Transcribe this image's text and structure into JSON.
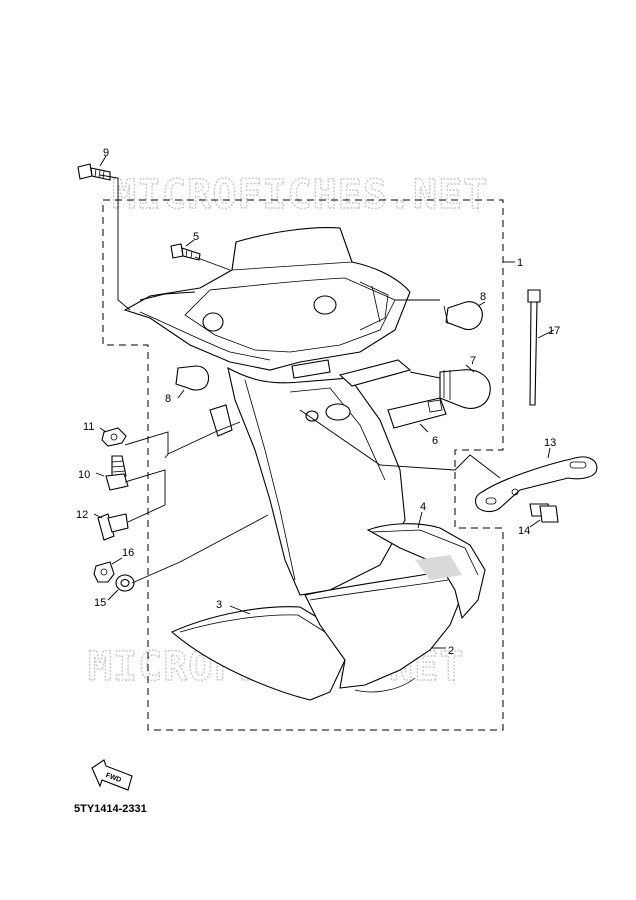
{
  "watermarks": [
    "MICROFICHES.NET",
    "MICROFICHES.NET"
  ],
  "callouts": {
    "c1": "1",
    "c2": "2",
    "c3": "3",
    "c4": "4",
    "c5": "5",
    "c6": "6",
    "c7": "7",
    "c8a": "8",
    "c8b": "8",
    "c9": "9",
    "c10": "10",
    "c11": "11",
    "c12": "12",
    "c13": "13",
    "c14": "14",
    "c15": "15",
    "c16": "16",
    "c17": "17"
  },
  "fwd_label": "FWD",
  "diagram_code": "5TY1414-2331"
}
